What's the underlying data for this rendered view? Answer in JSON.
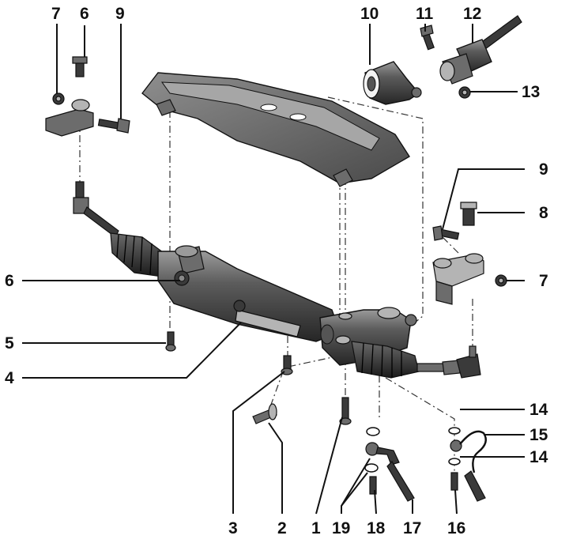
{
  "callouts": {
    "c1": "1",
    "c2": "2",
    "c3": "3",
    "c4": "4",
    "c5": "5",
    "c6_top": "6",
    "c6_mid": "6",
    "c7_top": "7",
    "c7_right": "7",
    "c8": "8",
    "c9_top": "9",
    "c9_right": "9",
    "c10": "10",
    "c11": "11",
    "c12": "12",
    "c13": "13",
    "c14_upper": "14",
    "c14_lower": "14",
    "c15": "15",
    "c16": "16",
    "c17": "17",
    "c18": "18",
    "c19": "19"
  }
}
